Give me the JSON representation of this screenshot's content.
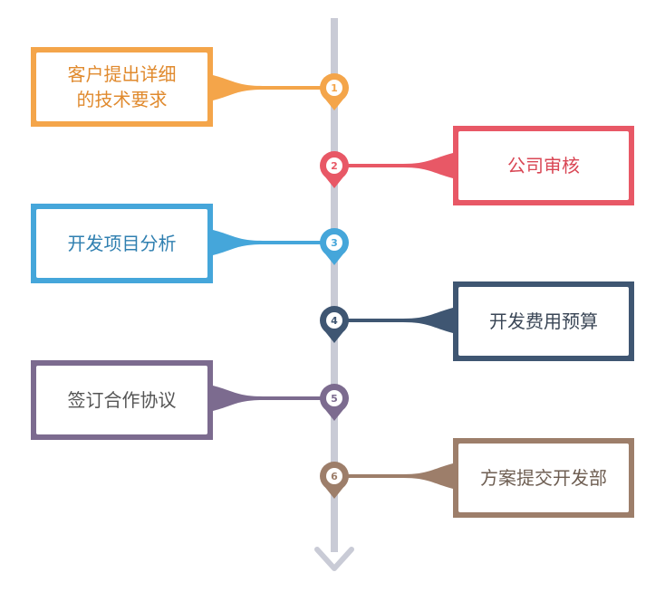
{
  "steps": [
    {
      "number": "1",
      "text": "客户提出详细\n的技术要求",
      "color": "#F4A54A",
      "text_color": "#E08A2E",
      "side": "left"
    },
    {
      "number": "2",
      "text": "公司审核",
      "color": "#E85866",
      "text_color": "#D94755",
      "side": "right"
    },
    {
      "number": "3",
      "text": "开发项目分析",
      "color": "#45A6DA",
      "text_color": "#2F7FB0",
      "side": "left"
    },
    {
      "number": "4",
      "text": "开发费用预算",
      "color": "#3F5672",
      "text_color": "#3A4656",
      "side": "right"
    },
    {
      "number": "5",
      "text": "签订合作协议",
      "color": "#7C6B8F",
      "text_color": "#555555",
      "side": "left"
    },
    {
      "number": "6",
      "text": "方案提交开发部",
      "color": "#9D7E6A",
      "text_color": "#6E5E52",
      "side": "right"
    }
  ],
  "timeline_color": "#C9CBD6"
}
